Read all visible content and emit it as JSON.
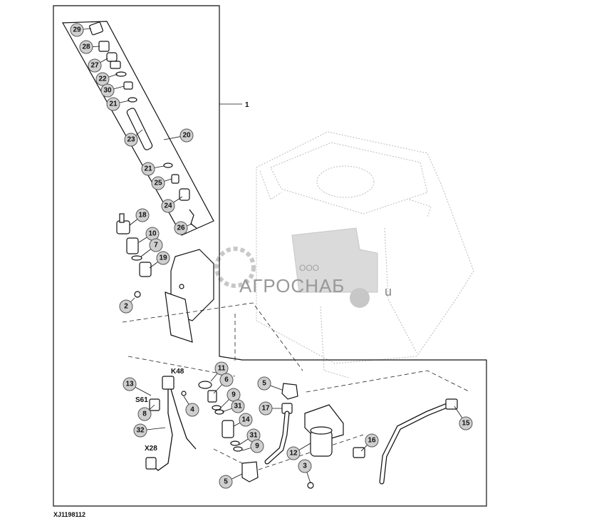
{
  "figure_id": "XJ1198112",
  "watermark": {
    "company_prefix": "ООО",
    "company_name": "АГРОСНАБ",
    "suffix": "u"
  },
  "group_label": "1",
  "callouts": [
    "29",
    "28",
    "27",
    "22",
    "30",
    "21",
    "23",
    "20",
    "21",
    "25",
    "24",
    "26",
    "18",
    "10",
    "7",
    "19",
    "2",
    "11",
    "6",
    "13",
    "4",
    "8",
    "32",
    "9",
    "31",
    "14",
    "31",
    "9",
    "5",
    "17",
    "5",
    "12",
    "3",
    "16",
    "15"
  ],
  "plain_labels": [
    "K48",
    "S61",
    "X28"
  ]
}
